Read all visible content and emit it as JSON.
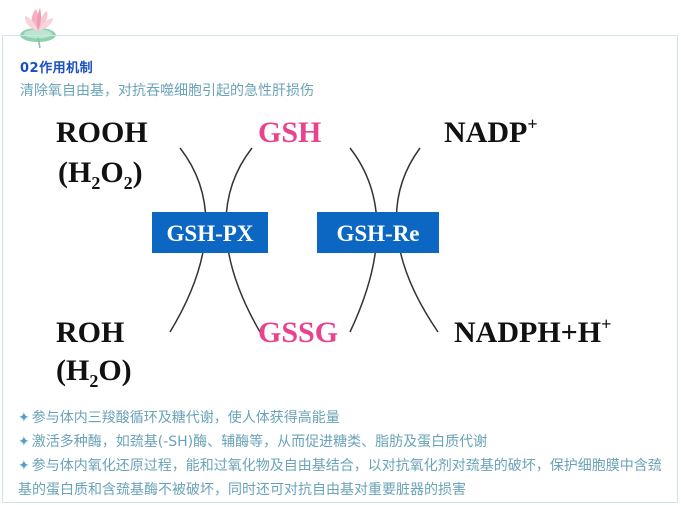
{
  "section": {
    "heading": "02作用机制",
    "subtitle": "清除氧自由基，对抗吞噬细胞引起的急性肝损伤"
  },
  "diagram": {
    "top_left_1": "ROOH",
    "top_left_2": "(H",
    "top_left_2_sub": "2",
    "top_left_2_mid": "O",
    "top_left_2_sub2": "2",
    "top_left_2_end": ")",
    "top_center": "GSH",
    "top_right": "NADP",
    "top_right_sup": "+",
    "box_left": "GSH-PX",
    "box_right": "GSH-Re",
    "bottom_left_1": "ROH",
    "bottom_left_2": "(H",
    "bottom_left_2_sub": "2",
    "bottom_left_2_end": "O)",
    "bottom_center": "GSSG",
    "bottom_right": "NADPH+H",
    "bottom_right_sup": "+",
    "colors": {
      "box_fill": "#0b67c2",
      "box_text": "#ffffff",
      "glutathione_text": "#e8438e",
      "term_text": "#111111"
    }
  },
  "bullets": [
    "参与体内三羧酸循环及糖代谢，使人体获得高能量",
    "激活多种酶，如巯基(-SH)酶、辅酶等，从而促进糖类、脂肪及蛋白质代谢",
    "参与体内氧化还原过程，能和过氧化物及自由基结合，以对抗氧化剂对巯基的破坏，保护细胞膜中含巯基的蛋白质和含巯基酶不被破坏，同时还可对抗自由基对重要脏器的损害"
  ],
  "bullet_icon": "four-point-star-icon"
}
